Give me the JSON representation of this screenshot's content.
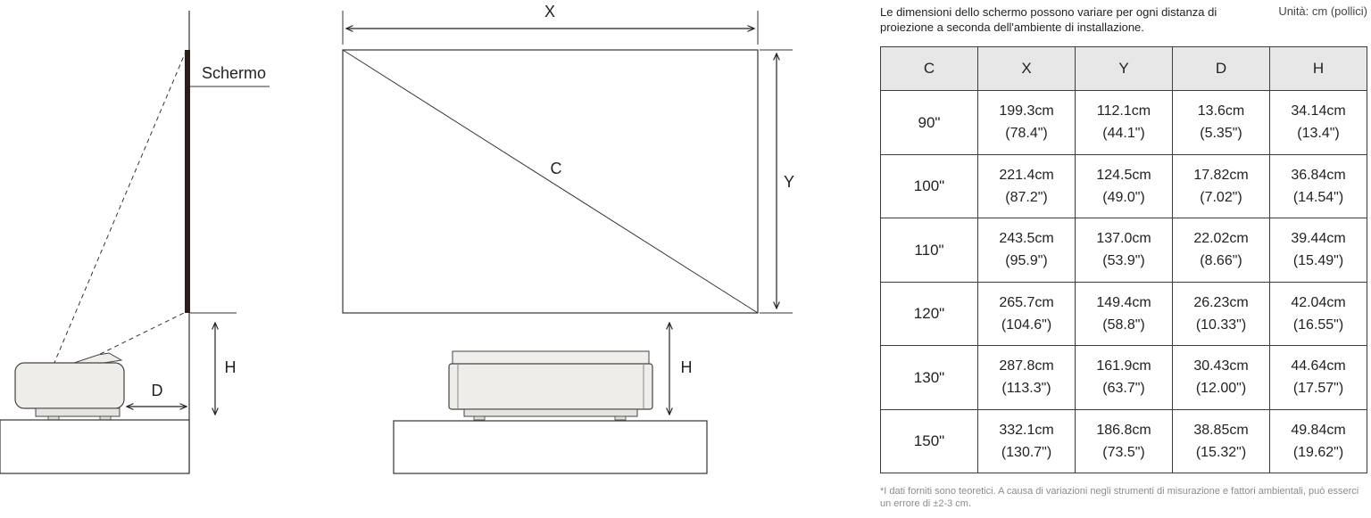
{
  "labels": {
    "schermo": "Schermo",
    "x": "X",
    "y": "Y",
    "c": "C",
    "d": "D",
    "h": "H"
  },
  "note": "Le dimensioni dello schermo possono variare per ogni distanza di proiezione a seconda dell'ambiente di installazione.",
  "unit": "Unità: cm (pollici)",
  "table": {
    "headers": [
      "C",
      "X",
      "Y",
      "D",
      "H"
    ],
    "rows": [
      {
        "c": "90\"",
        "x": [
          "199.3cm",
          "(78.4\")"
        ],
        "y": [
          "112.1cm",
          "(44.1\")"
        ],
        "d": [
          "13.6cm",
          "(5.35\")"
        ],
        "h": [
          "34.14cm",
          "(13.4\")"
        ]
      },
      {
        "c": "100\"",
        "x": [
          "221.4cm",
          "(87.2\")"
        ],
        "y": [
          "124.5cm",
          "(49.0\")"
        ],
        "d": [
          "17.82cm",
          "(7.02\")"
        ],
        "h": [
          "36.84cm",
          "(14.54\")"
        ]
      },
      {
        "c": "110\"",
        "x": [
          "243.5cm",
          "(95.9\")"
        ],
        "y": [
          "137.0cm",
          "(53.9\")"
        ],
        "d": [
          "22.02cm",
          "(8.66\")"
        ],
        "h": [
          "39.44cm",
          "(15.49\")"
        ]
      },
      {
        "c": "120\"",
        "x": [
          "265.7cm",
          "(104.6\")"
        ],
        "y": [
          "149.4cm",
          "(58.8\")"
        ],
        "d": [
          "26.23cm",
          "(10.33\")"
        ],
        "h": [
          "42.04cm",
          "(16.55\")"
        ]
      },
      {
        "c": "130\"",
        "x": [
          "287.8cm",
          "(113.3\")"
        ],
        "y": [
          "161.9cm",
          "(63.7\")"
        ],
        "d": [
          "30.43cm",
          "(12.00\")"
        ],
        "h": [
          "44.64cm",
          "(17.57\")"
        ]
      },
      {
        "c": "150\"",
        "x": [
          "332.1cm",
          "(130.7\")"
        ],
        "y": [
          "186.8cm",
          "(73.5\")"
        ],
        "d": [
          "38.85cm",
          "(15.32\")"
        ],
        "h": [
          "49.84cm",
          "(19.62\")"
        ]
      }
    ]
  },
  "footnote": "*I dati forniti sono teoretici. A causa di variazioni negli strumenti di misurazione e fattori ambientali, può esserci un errore di ±2-3 cm."
}
